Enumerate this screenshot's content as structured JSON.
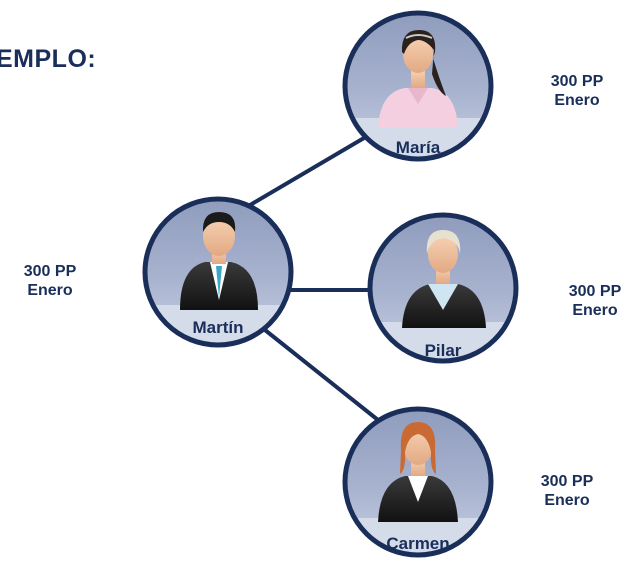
{
  "heading": "EMPLO:",
  "colors": {
    "navy": "#1a2e5a",
    "circle_top": "#9ba7c5",
    "circle_bottom": "#c8d0e2",
    "label_band": "#d4dbe9"
  },
  "nodes": [
    {
      "id": "martin",
      "name": "Martín",
      "person": "man",
      "points": "300 PP",
      "month": "Enero"
    },
    {
      "id": "maria",
      "name": "María",
      "person": "woman-pink",
      "points": "300 PP",
      "month": "Enero"
    },
    {
      "id": "pilar",
      "name": "Pilar",
      "person": "woman-blonde",
      "points": "300 PP",
      "month": "Enero"
    },
    {
      "id": "carmen",
      "name": "Carmen",
      "person": "woman-redhead",
      "points": "300 PP",
      "month": "Enero"
    }
  ]
}
